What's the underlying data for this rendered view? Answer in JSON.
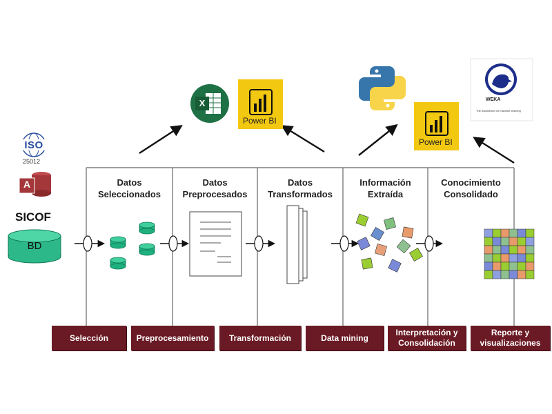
{
  "stages": [
    {
      "id": "datos-seleccionados",
      "title": "Datos\nSeleccionados"
    },
    {
      "id": "datos-preprocesados",
      "title": "Datos\nPreprocesados"
    },
    {
      "id": "datos-transformados",
      "title": "Datos\nTransformados"
    },
    {
      "id": "informacion-extraida",
      "title": "Información\nExtraída"
    },
    {
      "id": "conocimiento-consolidado",
      "title": "Conocimiento\nConsolidado"
    }
  ],
  "steps": [
    {
      "id": "seleccion",
      "label": "Selección"
    },
    {
      "id": "preprocesamiento",
      "label": "Preprocesamiento"
    },
    {
      "id": "transformacion",
      "label": "Transformación"
    },
    {
      "id": "data-mining",
      "label": "Data mining"
    },
    {
      "id": "interpretacion",
      "label": "Interpretación y\nConsolidación"
    },
    {
      "id": "reporte",
      "label": "Reporte y\nvisualizaciones"
    }
  ],
  "source": {
    "iso_text": "ISO",
    "iso_code": "25012",
    "access_letter": "A",
    "system": "SICOF",
    "db": "BD"
  },
  "tools": {
    "excel_letter": "X",
    "powerbi_1": "Power BI",
    "powerbi_2": "Power BI",
    "weka_name": "WEKA",
    "weka_tagline": "The workbench for machine learning"
  },
  "colors": {
    "step_box": "#6a1a24",
    "db": "#2db88a",
    "excel": "#1e7145",
    "powerbi": "#f2c811",
    "access": "#a4373a"
  },
  "icons": [
    "iso-icon",
    "access-icon",
    "database-icon",
    "excel-icon",
    "powerbi-icon",
    "python-icon",
    "weka-icon",
    "cylinder-icon",
    "document-icon",
    "puzzle-icon"
  ]
}
